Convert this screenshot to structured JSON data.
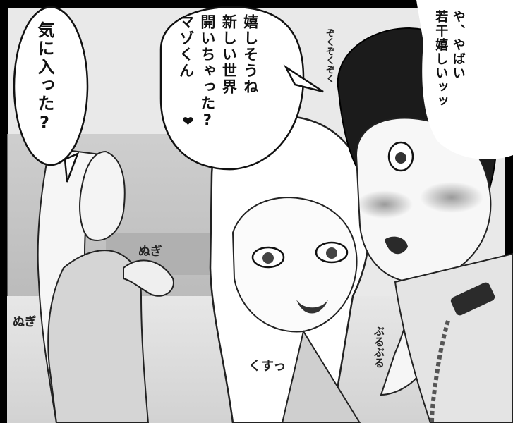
{
  "scene": {
    "speech_left": "気に入った?",
    "speech_center": "嬉しそうね\n新しい世界\n開いちゃった?\nマゾくん",
    "heart_symbol": "❤",
    "speech_right": "や、やばい\n若干嬉しいッッ",
    "sfx_zoku": "ぞくぞくぞく",
    "sfx_nugi": "ぬぎ",
    "sfx_nugi2": "ぬぎ",
    "sfx_kusu": "くすっ",
    "sfx_buru": "ぶるぶる"
  },
  "colors": {
    "background_wall": "#e9e9e9",
    "ink": "#111111",
    "border": "#000000"
  }
}
